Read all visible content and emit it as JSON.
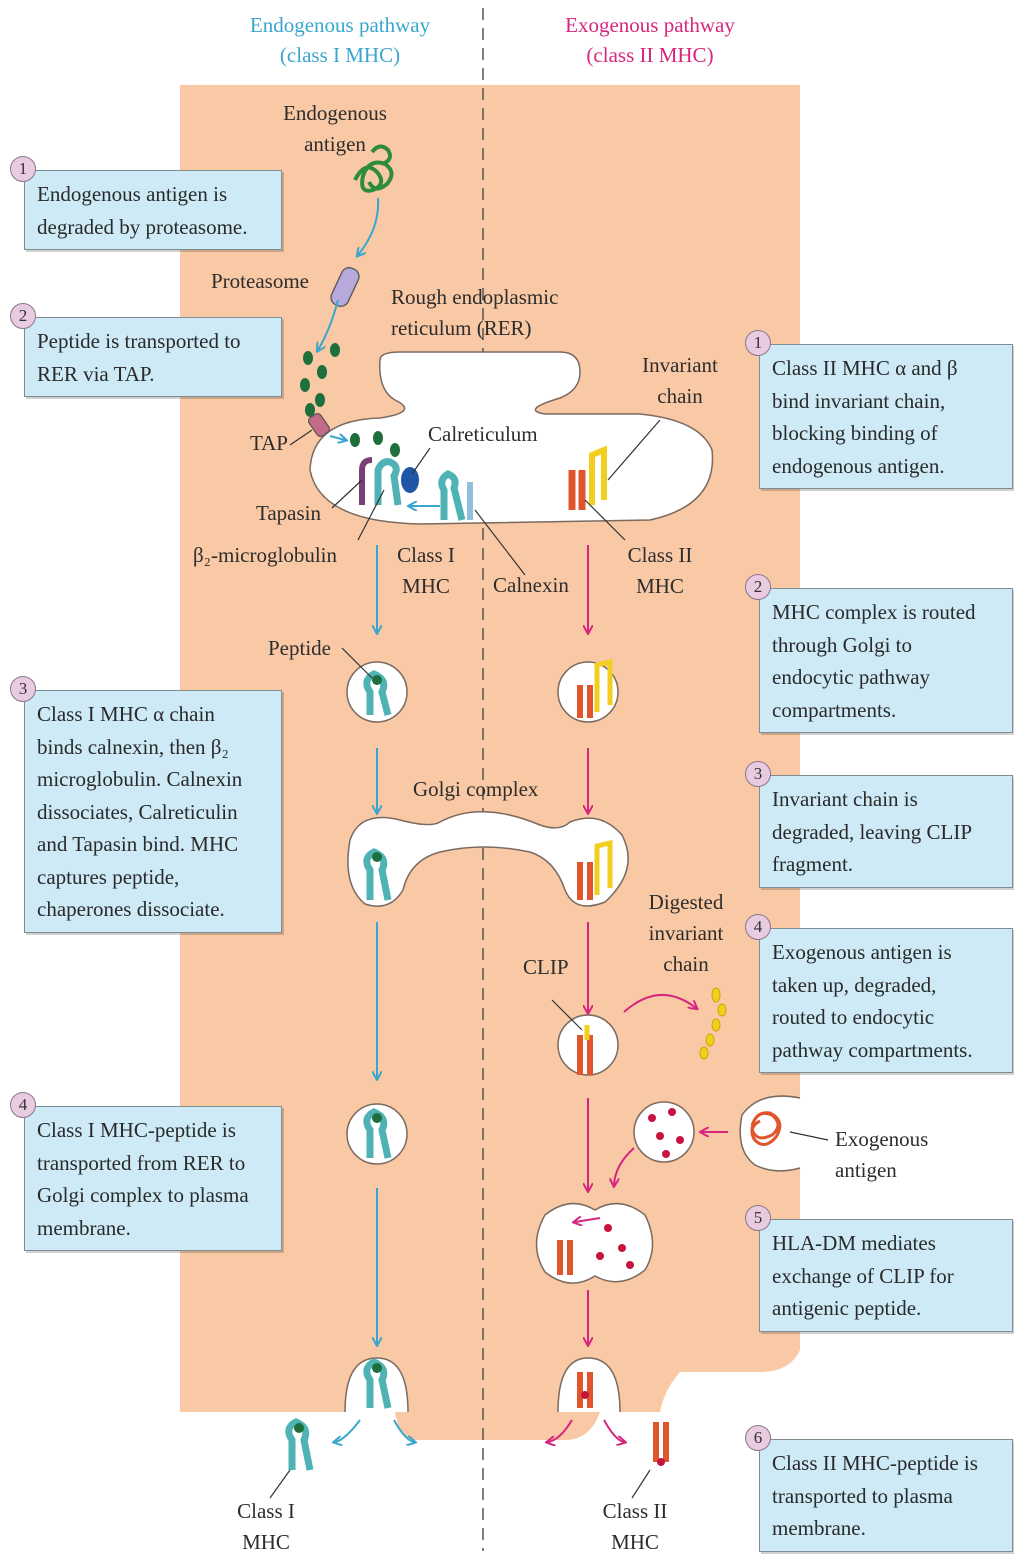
{
  "headers": {
    "endogenous": [
      "Endogenous pathway",
      "(class I MHC)"
    ],
    "exogenous": [
      "Exogenous pathway",
      "(class II MHC)"
    ]
  },
  "left_steps": [
    {
      "num": "1",
      "lines": [
        "Endogenous antigen is",
        "degraded by proteasome."
      ]
    },
    {
      "num": "2",
      "lines": [
        "Peptide is transported to",
        "RER via TAP."
      ]
    },
    {
      "num": "3",
      "lines": [
        "Class I MHC α chain",
        "binds calnexin, then β₂",
        "microglobulin. Calnexin",
        "dissociates, Calreticulin",
        "and Tapasin bind. MHC",
        "captures peptide,",
        "chaperones dissociate."
      ]
    },
    {
      "num": "4",
      "lines": [
        "Class I MHC-peptide is",
        "transported from RER to",
        "Golgi complex to plasma",
        "membrane."
      ]
    }
  ],
  "right_steps": [
    {
      "num": "1",
      "lines": [
        "Class II MHC α and β",
        "bind invariant chain,",
        "blocking binding of",
        "endogenous antigen."
      ]
    },
    {
      "num": "2",
      "lines": [
        "MHC complex is routed",
        "through Golgi to",
        "endocytic pathway",
        "compartments."
      ]
    },
    {
      "num": "3",
      "lines": [
        "Invariant chain is",
        "degraded, leaving CLIP",
        "fragment."
      ]
    },
    {
      "num": "4",
      "lines": [
        "Exogenous antigen is",
        "taken up, degraded,",
        "routed to endocytic",
        "pathway compartments."
      ]
    },
    {
      "num": "5",
      "lines": [
        "HLA-DM mediates",
        "exchange of CLIP for",
        "antigenic peptide."
      ]
    },
    {
      "num": "6",
      "lines": [
        "Class II MHC-peptide is",
        "transported to plasma",
        "membrane."
      ]
    }
  ],
  "labels": {
    "endogenous_antigen": [
      "Endogenous",
      "antigen"
    ],
    "proteasome": "Proteasome",
    "rer": [
      "Rough endoplasmic",
      "reticulum (RER)"
    ],
    "invariant_chain": [
      "Invariant",
      "chain"
    ],
    "calreticulum": "Calreticulum",
    "tap": "TAP",
    "tapasin": "Tapasin",
    "b2_microglobulin": "β₂-microglobulin",
    "class1_mhc_rer": [
      "Class I",
      "MHC"
    ],
    "calnexin": "Calnexin",
    "class2_mhc_rer": [
      "Class II",
      "MHC"
    ],
    "peptide": "Peptide",
    "golgi_complex": "Golgi complex",
    "digested_invariant_chain": [
      "Digested",
      "invariant",
      "chain"
    ],
    "clip": "CLIP",
    "exogenous_antigen": [
      "Exogenous",
      "antigen"
    ],
    "class1_mhc_membrane": [
      "Class I",
      "MHC"
    ],
    "class2_mhc_membrane": [
      "Class II",
      "MHC"
    ]
  },
  "colors": {
    "cytoplasm": "#f9c8a4",
    "info_box": "#cdeaf6",
    "step_badge": "#e9cbe1",
    "endogenous_arrow": "#39a6cf",
    "exogenous_arrow": "#d6277f",
    "class1_mhc": "#4fb3b5",
    "class2_mhc": "#e0552c",
    "invariant_chain": "#f2cf1f",
    "peptide": "#1f6f3c",
    "exogenous_peptide": "#c4143f"
  }
}
